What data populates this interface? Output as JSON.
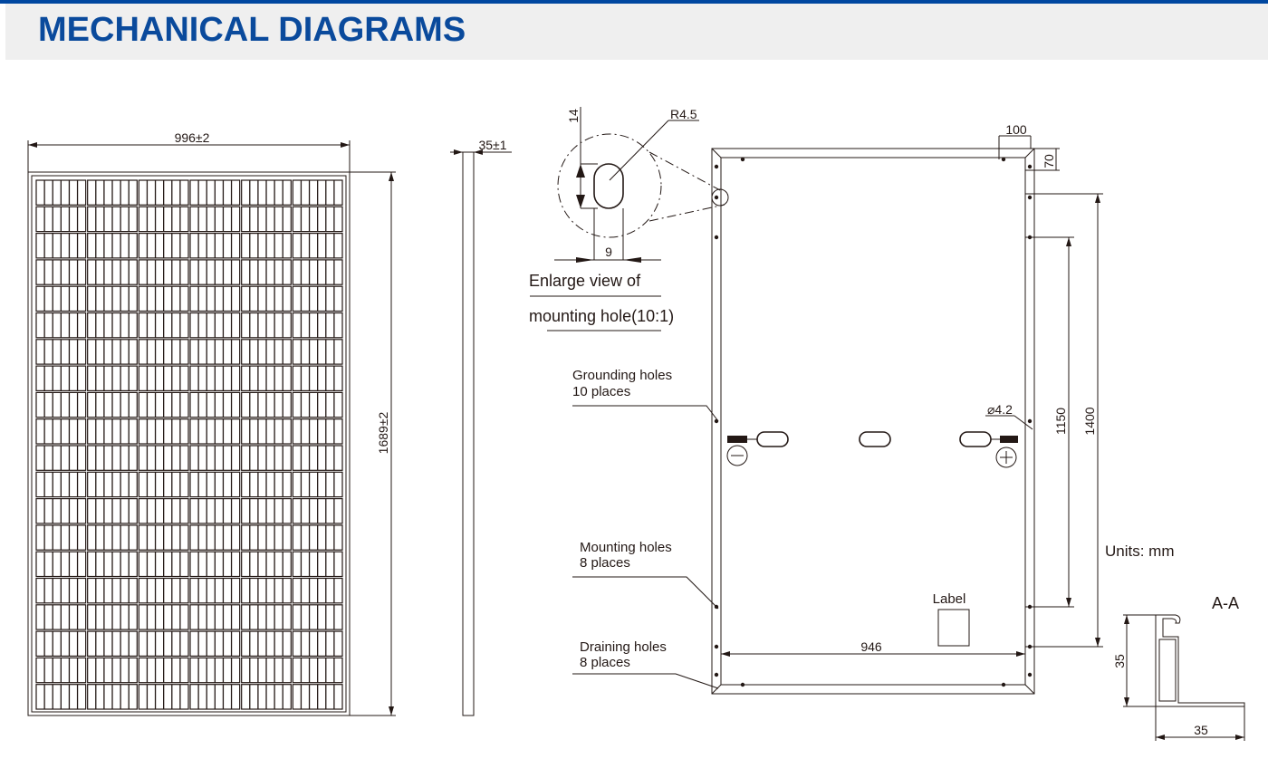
{
  "header": {
    "title": "MECHANICAL DIAGRAMS",
    "accent_color": "#0047a0",
    "title_color": "#0a4a9c"
  },
  "front_view": {
    "width_dim": "996±2",
    "height_dim": "1689±2",
    "cell_columns": 6,
    "cell_rows": 20
  },
  "side_view": {
    "thickness_dim": "35±1"
  },
  "enlarged_view": {
    "height_dim": "14",
    "width_dim": "9",
    "radius_dim": "R4.5",
    "caption_line1": "Enlarge view of",
    "caption_line2": "mounting hole(10:1)"
  },
  "back_view": {
    "dim_100": "100",
    "dim_70": "70",
    "dim_1400": "1400",
    "dim_1150": "1150",
    "dim_946": "946",
    "grounding_hole_dia": "⌀4.2",
    "grounding_holes": {
      "line1": "Grounding holes",
      "line2": "10 places"
    },
    "mounting_holes": {
      "line1": "Mounting holes",
      "line2": "8 places"
    },
    "draining_holes": {
      "line1": "Draining holes",
      "line2": "8 places"
    },
    "label": "Label",
    "units": "Units: mm"
  },
  "section": {
    "title": "A-A",
    "height_dim": "35",
    "width_dim": "35"
  }
}
